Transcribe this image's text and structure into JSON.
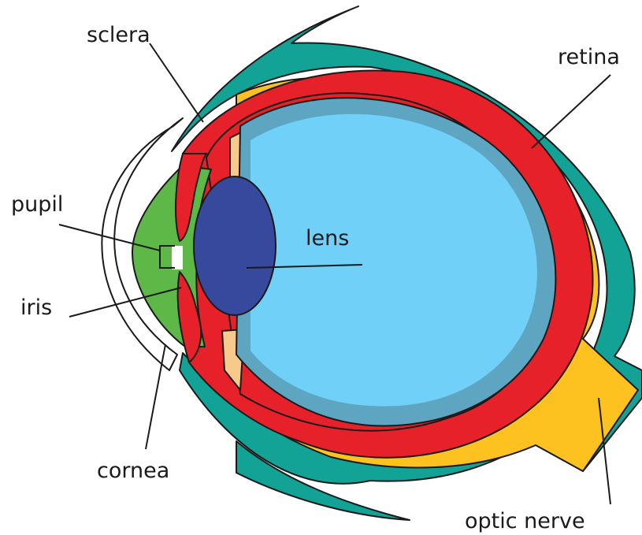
{
  "diagram": {
    "colors": {
      "sclera": "#13a396",
      "choroid": "#e62129",
      "retina": "#fdc21f",
      "vitreous": "#70d0f7",
      "vitreous_rim": "#5ea5c1",
      "lens": "#36499c",
      "iris": "#5db847",
      "ciliary": "#f7c98b",
      "cornea": "#ffffff",
      "outline": "#1a1a1a"
    },
    "labels": {
      "sclera": "sclera",
      "retina": "retina",
      "pupil": "pupil",
      "lens": "lens",
      "iris": "iris",
      "cornea": "cornea",
      "optic_nerve": "optic nerve"
    }
  }
}
